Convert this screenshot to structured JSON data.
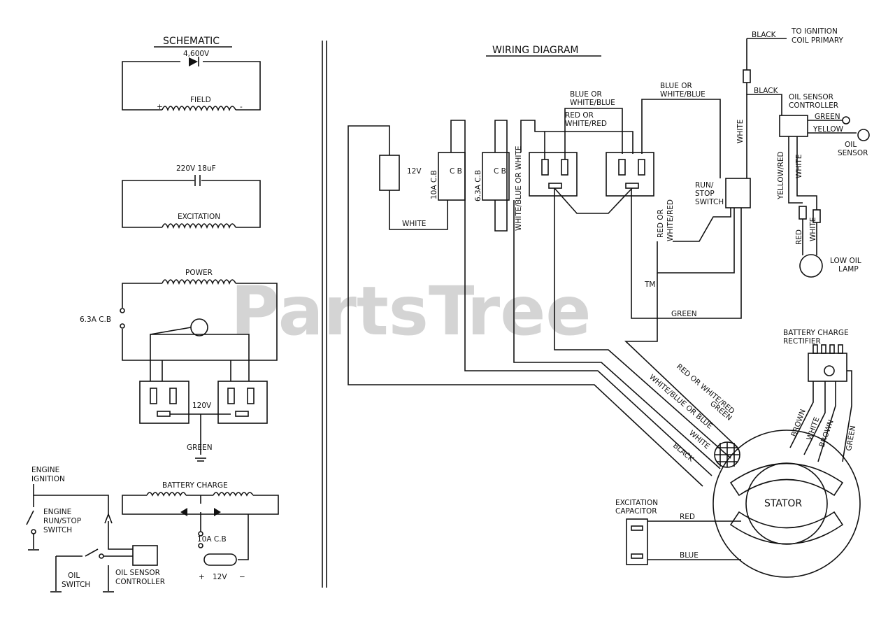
{
  "watermark": {
    "text": "PartsTree",
    "tm": "TM"
  },
  "schematic": {
    "title": "SCHEMATIC",
    "diode_rating": "4,600V",
    "field": "FIELD",
    "plus": "+",
    "minus": "-",
    "capacitor": "220V 18uF",
    "excitation": "EXCITATION",
    "power": "POWER",
    "cb_63": "6.3A C.B",
    "v120": "120V",
    "green": "GREEN",
    "engine_ignition_1": "ENGINE",
    "engine_ignition_2": "IGNITION",
    "run_stop_1": "ENGINE",
    "run_stop_2": "RUN/STOP",
    "run_stop_3": "SWITCH",
    "battery_charge": "BATTERY CHARGE",
    "cb_10": "10A C.B",
    "v12": "12V",
    "oil_switch_1": "OIL",
    "oil_switch_2": "SWITCH",
    "oil_ctrl_1": "OIL SENSOR",
    "oil_ctrl_2": "CONTROLLER"
  },
  "wiring": {
    "title": "WIRING DIAGRAM",
    "black": "BLACK",
    "to_ignition_1": "TO IGNITION",
    "to_ignition_2": "COIL PRIMARY",
    "black2": "BLACK",
    "oil_ctrl_1": "OIL SENSOR",
    "oil_ctrl_2": "CONTROLLER",
    "green": "GREEN",
    "yellow": "YELLOW",
    "oil_sensor_1": "OIL",
    "oil_sensor_2": "SENSOR",
    "blue_white_1": "BLUE OR",
    "blue_white_2": "WHITE/BLUE",
    "blue_white_3": "BLUE OR",
    "blue_white_4": "WHITE/BLUE",
    "red_white_1": "RED OR",
    "red_white_2": "WHITE/RED",
    "v12": "12V",
    "cb10": "10A C.B",
    "cb63": "6.3A C.B",
    "cb": "C B",
    "cb2": "C B",
    "white_blue_white": "WHITE/BLUE OR WHITE",
    "white": "WHITE",
    "white_v": "WHITE",
    "white_v2": "WHITE",
    "yellow_red": "YELLOW/RED",
    "run_stop_1": "RUN/",
    "run_stop_2": "STOP",
    "run_stop_3": "SWITCH",
    "red_or_white_red_v": "RED OR",
    "red_or_white_red_v2": "WHITE/RED",
    "red_v": "RED",
    "white_v3": "WHITE",
    "low_oil_1": "LOW OIL",
    "low_oil_2": "LAMP",
    "green2": "GREEN",
    "bcr_1": "BATTERY CHARGE",
    "bcr_2": "RECTIFIER",
    "harness_red": "RED OR WHITE/RED",
    "harness_green": "GREEN",
    "harness_wb": "WHITE/BLUE OR BLUE",
    "harness_white": "WHITE",
    "harness_black": "BLACK",
    "brown1": "BROWN",
    "white3": "WHITE",
    "brown2": "BROWN",
    "green3": "GREEN",
    "stator": "STATOR",
    "exc_cap_1": "EXCITATION",
    "exc_cap_2": "CAPACITOR",
    "red": "RED",
    "blue": "BLUE"
  }
}
